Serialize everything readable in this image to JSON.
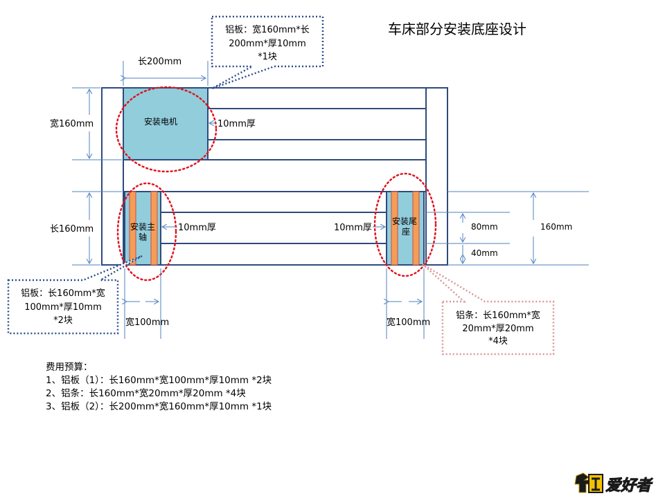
{
  "title": "车床部分安装底座设计",
  "labels": {
    "motor": "安装电机",
    "spindle_line1": "安装主",
    "spindle_line2": "轴",
    "tailstock_line1": "安装尾",
    "tailstock_line2": "座",
    "len_200": "长200mm",
    "width_160": "宽160mm",
    "len_160": "长160mm",
    "thick_10_top": "10mm厚",
    "thick_10_left": "10mm厚",
    "thick_10_right": "10mm厚",
    "width_100_left": "宽100mm",
    "width_100_right": "宽100mm",
    "dim_80": "80mm",
    "dim_40": "40mm",
    "dim_160": "160mm"
  },
  "callouts": {
    "top": [
      "铝板：宽160mm*长",
      "200mm*厚10mm",
      "*1块"
    ],
    "left": [
      "铝板：长160mm*宽",
      "100mm*厚10mm",
      "*2块"
    ],
    "right": [
      "铝条：长160mm*宽",
      "20mm*厚20mm",
      "*4块"
    ]
  },
  "budget": {
    "heading": "费用预算：",
    "items": [
      "1、铝板（1）：长160mm*宽100mm*厚10mm   *2块",
      "2、铝条：长160mm*宽20mm*厚20mm  *4块",
      "3、铝板（2）：长200mm*宽160mm*厚10mm  *1块"
    ]
  },
  "logo": {
    "text": "爱好者"
  },
  "colors": {
    "frame": "#2e4a7d",
    "plate_fill": "#92cddc",
    "strip_orange": "#f59d56",
    "highlight_red": "#e0141e",
    "callout_blue": "#2c4a8a",
    "callout_pink": "#d99694",
    "dimension": "#4f81bd"
  }
}
